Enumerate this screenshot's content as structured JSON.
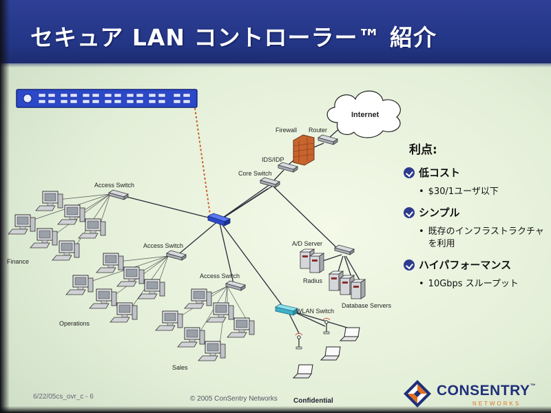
{
  "slide": {
    "title": "セキュア LAN コントローラー™ 紹介"
  },
  "diagram": {
    "labels": {
      "internet": "Internet",
      "firewall": "Firewall",
      "router": "Router",
      "ids_idp": "IDS/IDP",
      "core_switch": "Core Switch",
      "access_switch_1": "Access Switch",
      "access_switch_2": "Access Switch",
      "access_switch_3": "Access Switch",
      "finance": "Finance",
      "operations": "Operations",
      "sales": "Sales",
      "ad_server": "A/D Server",
      "radius": "Radius",
      "database_servers": "Database Servers",
      "wlan_switch": "WLAN Switch"
    }
  },
  "benefits": {
    "heading": "利点:",
    "items": [
      {
        "title": "低コスト",
        "details": [
          "$30/1ユーザ以下"
        ]
      },
      {
        "title": "シンプル",
        "details": [
          "既存のインフラストラクチャを利用"
        ]
      },
      {
        "title": "ハイパフォーマンス",
        "details": [
          "10Gbps スループット"
        ]
      }
    ]
  },
  "footer": {
    "slide_id": "6/22/05cs_ovr_c - 6",
    "copyright": "© 2005 ConSentry Networks",
    "classification": "Confidential"
  },
  "logo": {
    "brand": "CONSENTRY",
    "sub": "NETWORKS"
  },
  "colors": {
    "title_bar": "#2b3b90",
    "diagram_line": "#2a2a3a",
    "firewall": "#c8642e",
    "controller_blue": "#2b48c8",
    "wlan_switch": "#3fb0c8",
    "logo_navy": "#1f2f7a",
    "logo_orange": "#e07020"
  }
}
